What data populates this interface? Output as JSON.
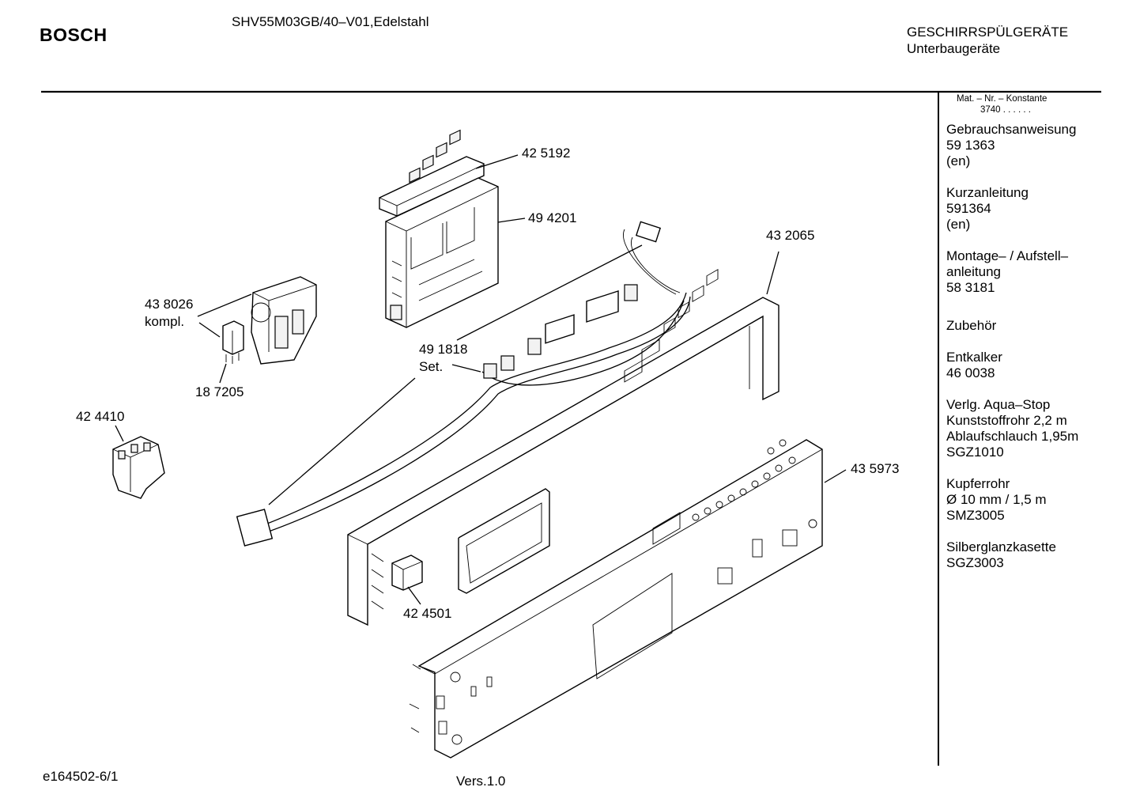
{
  "header": {
    "brand": "BOSCH",
    "model": "SHV55M03GB/40–V01,Edelstahl",
    "category": "GESCHIRRSPÜLGERÄTE",
    "subcategory": "Unterbaugeräte"
  },
  "sidebar": {
    "mat_label": "Mat. – Nr. – Konstante",
    "mat_value": "3740 .  .  .  .  .  .",
    "blocks": [
      {
        "lines": [
          "Gebrauchsanweisung",
          "59 1363",
          "(en)"
        ]
      },
      {
        "lines": [
          "Kurzanleitung",
          "591364",
          "(en)"
        ]
      },
      {
        "lines": [
          "Montage– / Aufstell–",
          "anleitung",
          "58 3181"
        ]
      },
      {
        "lines": [
          "Zubehör"
        ]
      },
      {
        "lines": [
          "Entkalker",
          "46 0038"
        ]
      },
      {
        "lines": [
          "Verlg. Aqua–Stop",
          "Kunststoffrohr 2,2 m",
          "Ablaufschlauch 1,95m",
          "SGZ1010"
        ]
      },
      {
        "lines": [
          "Kupferrohr",
          "Ø 10 mm / 1,5 m",
          "SMZ3005"
        ]
      },
      {
        "lines": [
          "Silberglanzkasette",
          "SGZ3003"
        ]
      }
    ]
  },
  "callouts": [
    {
      "id": "c-425192",
      "text": "42 5192"
    },
    {
      "id": "c-494201",
      "text": "49 4201"
    },
    {
      "id": "c-432065",
      "text": "43 2065"
    },
    {
      "id": "c-438026",
      "text": "43 8026"
    },
    {
      "id": "c-kompl",
      "text": "kompl."
    },
    {
      "id": "c-491818",
      "text": "49 1818"
    },
    {
      "id": "c-set",
      "text": "Set."
    },
    {
      "id": "c-187205",
      "text": "18 7205"
    },
    {
      "id": "c-424410",
      "text": "42 4410"
    },
    {
      "id": "c-435973",
      "text": "43 5973"
    },
    {
      "id": "c-424501",
      "text": "42 4501"
    }
  ],
  "footer": {
    "code": "e164502-6/1",
    "version": "Vers.1.0"
  }
}
